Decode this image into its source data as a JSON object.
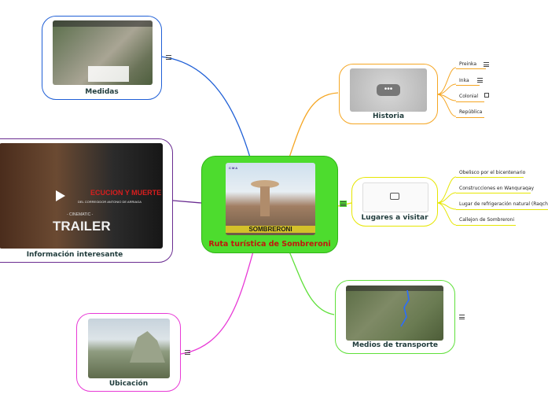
{
  "central": {
    "title": "Ruta turística de Sombreroni",
    "image_caption": "SOMBRERONI",
    "logo_text": "C M A"
  },
  "nodes": {
    "medidas": {
      "title": "Medidas"
    },
    "historia": {
      "title": "Historia",
      "children": [
        "Preinka",
        "Inka",
        "Colonial",
        "República"
      ]
    },
    "info": {
      "title": "Información interesante",
      "trailer_top": "ECUCION Y MUERTE",
      "trailer_sub": "DEL CORREGIDOR ANTONIO DE ARRIAGA",
      "trailer_cinematic": "- CINEMATIC -",
      "trailer_big": "TRAILER"
    },
    "lugares": {
      "title": "Lugares a visitar",
      "children": [
        "Obelisco por el bicentenario",
        "Construcciones en Wanquraqay",
        "Lugar de refrigeración natural (Raqchipu",
        "Callejon de Sombreroni"
      ]
    },
    "transporte": {
      "title": "Medios de transporte"
    },
    "ubicacion": {
      "title": "Ubicación"
    }
  },
  "colors": {
    "central": "#4ddc2e",
    "medidas": "#1f5fd6",
    "historia": "#f5a623",
    "info": "#6a2c91",
    "lugares": "#e6e600",
    "transporte": "#5fe03a",
    "ubicacion": "#e83ad6"
  }
}
